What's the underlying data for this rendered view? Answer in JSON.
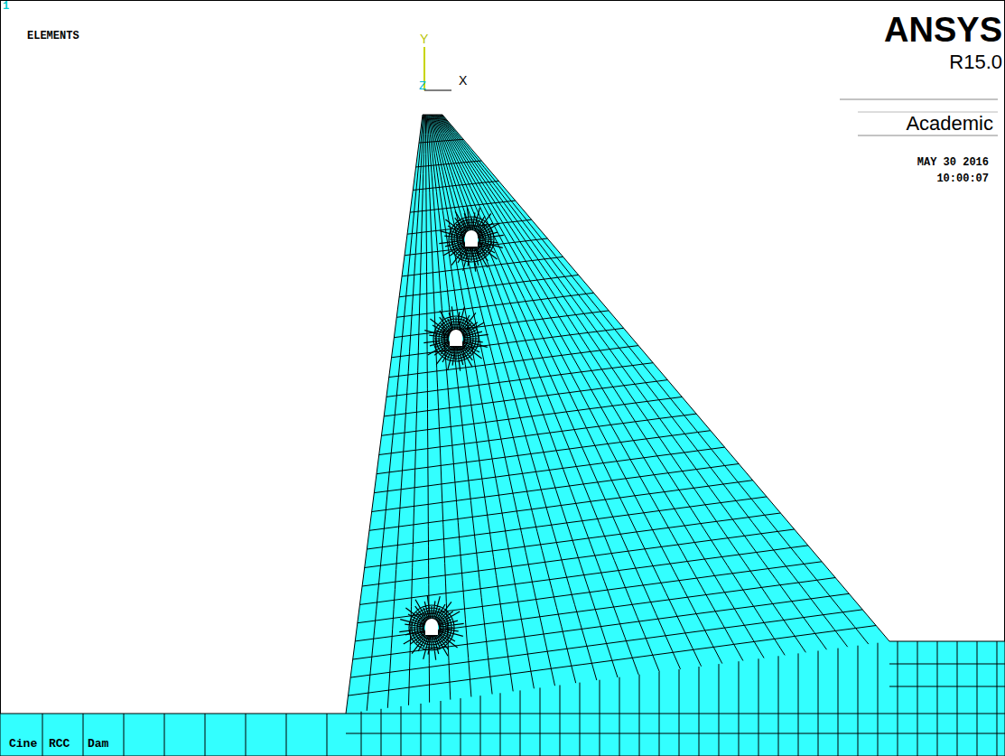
{
  "diagram": {
    "labels": [
      "1",
      "ELEMENTS",
      "Y",
      "Z",
      "X",
      "ANSYS",
      "R15.0",
      "Academic",
      "MAY 30 2016",
      "10:00:07",
      "Cine",
      "RCC",
      "Dam"
    ]
  }
}
